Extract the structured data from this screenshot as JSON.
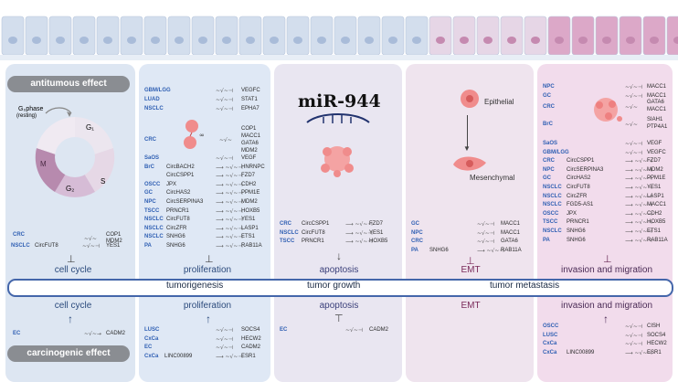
{
  "title": "miR-944",
  "banners": {
    "top": "antitumous effect",
    "bottom": "carcinogenic effect"
  },
  "stages": [
    "tumorigenesis",
    "tumor growth",
    "tumor metastasis"
  ],
  "cellcycle": {
    "g0": "G₀phase",
    "resting": "(resting)",
    "phases": [
      "G₁",
      "S",
      "G₂",
      "M"
    ],
    "top_rows": [
      {
        "cancer": "CRC",
        "reg": "",
        "targets": "COP1"
      },
      {
        "cancer": "",
        "reg": "",
        "targets": "MDM2"
      },
      {
        "cancer": "NSCLC",
        "reg": "CircFUT8",
        "targets": "YES1"
      }
    ],
    "label_top": "cell cycle",
    "label_bottom": "cell cycle",
    "bottom_rows": [
      {
        "cancer": "EC",
        "reg": "",
        "targets": "CADM2"
      }
    ]
  },
  "proliferation": {
    "simple_rows": [
      {
        "cancer": "GBM/LGG",
        "reg": "",
        "target": "VEGFC"
      },
      {
        "cancer": "LUAD",
        "reg": "",
        "target": "STAT1"
      },
      {
        "cancer": "NSCLC",
        "reg": "",
        "target": "EPHA7"
      }
    ],
    "crc": {
      "cancer": "CRC",
      "targets": [
        "COP1",
        "MACC1",
        "GATA6",
        "MDM2"
      ]
    },
    "rows": [
      {
        "cancer": "SaOS",
        "reg": "",
        "target": "VEGF"
      },
      {
        "cancer": "BrC",
        "reg": "CircBACH2",
        "target": "HNRNPC"
      },
      {
        "cancer": "",
        "reg": "CircCSPP1",
        "target": "FZD7"
      },
      {
        "cancer": "OSCC",
        "reg": "JPX",
        "target": "CDH2"
      },
      {
        "cancer": "GC",
        "reg": "CircHAS2",
        "target": "PPM1E"
      },
      {
        "cancer": "NPC",
        "reg": "CircSERPINA3",
        "target": "MDM2"
      },
      {
        "cancer": "TSCC",
        "reg": "PRNCR1",
        "target": "HOXB5"
      },
      {
        "cancer": "NSCLC",
        "reg": "CircFUT8",
        "target": "YES1"
      },
      {
        "cancer": "NSCLC",
        "reg": "CircZFR",
        "target": "LASP1"
      },
      {
        "cancer": "NSCLC",
        "reg": "SNHG6",
        "target": "ETS1"
      },
      {
        "cancer": "PA",
        "reg": "SNHG6",
        "target": "RAB11A"
      }
    ],
    "label_top": "proliferation",
    "label_bottom": "proliferation",
    "bottom_rows": [
      {
        "cancer": "LUSC",
        "reg": "",
        "target": "SOCS4"
      },
      {
        "cancer": "CxCa",
        "reg": "",
        "target": "HECW2"
      },
      {
        "cancer": "EC",
        "reg": "",
        "target": "CADM2"
      },
      {
        "cancer": "CxCa",
        "reg": "LINC00899",
        "target": "ESR1"
      }
    ]
  },
  "apoptosis": {
    "rows": [
      {
        "cancer": "CRC",
        "reg": "CircCSPP1",
        "target": "FZD7"
      },
      {
        "cancer": "NSCLC",
        "reg": "CircFUT8",
        "target": "YES1"
      },
      {
        "cancer": "TSCC",
        "reg": "PRNCR1",
        "target": "HOXB5"
      }
    ],
    "label_top": "apoptosis",
    "label_bottom": "apoptosis",
    "bottom_rows": [
      {
        "cancer": "EC",
        "reg": "",
        "target": "CADM2"
      }
    ]
  },
  "emt": {
    "epithelial": "Epithelial",
    "mesenchymal": "Mesenchymal",
    "rows": [
      {
        "cancer": "GC",
        "reg": "",
        "target": "MACC1"
      },
      {
        "cancer": "NPC",
        "reg": "",
        "target": "MACC1"
      },
      {
        "cancer": "CRC",
        "reg": "",
        "target": "GATA6"
      },
      {
        "cancer": "PA",
        "reg": "SNHG6",
        "target": "RAB11A"
      }
    ],
    "label_top": "EMT",
    "label_bottom": "EMT"
  },
  "invasion": {
    "head_rows": [
      {
        "cancer": "NPC",
        "target": "MACC1"
      },
      {
        "cancer": "GC",
        "target": "MACC1"
      }
    ],
    "crc": {
      "cancer": "CRC",
      "targets": [
        "GATA6",
        "MACC1"
      ]
    },
    "brc": {
      "cancer": "BrC",
      "targets": [
        "SIAH1",
        "PTP4A1"
      ]
    },
    "rows": [
      {
        "cancer": "SaOS",
        "reg": "",
        "target": "VEGF"
      },
      {
        "cancer": "GBM/LGG",
        "reg": "",
        "target": "VEGFC"
      },
      {
        "cancer": "CRC",
        "reg": "CircCSPP1",
        "target": "FZD7"
      },
      {
        "cancer": "NPC",
        "reg": "CircSERPINA3",
        "target": "MDM2"
      },
      {
        "cancer": "GC",
        "reg": "CircHAS2",
        "target": "PPM1E"
      },
      {
        "cancer": "NSCLC",
        "reg": "CircFUT8",
        "target": "YES1"
      },
      {
        "cancer": "NSCLC",
        "reg": "CircZFR",
        "target": "LASP1"
      },
      {
        "cancer": "NSCLC",
        "reg": "FGD5-AS1",
        "target": "MACC1"
      },
      {
        "cancer": "OSCC",
        "reg": "JPX",
        "target": "CDH2"
      },
      {
        "cancer": "TSCC",
        "reg": "PRNCR1",
        "target": "HOXB5"
      },
      {
        "cancer": "NSCLC",
        "reg": "SNHG6",
        "target": "ETS1"
      },
      {
        "cancer": "PA",
        "reg": "SNHG6",
        "target": "RAB11A"
      }
    ],
    "label_top": "invasion and migration",
    "label_bottom": "invasion and migration",
    "bottom_rows": [
      {
        "cancer": "OSCC",
        "reg": "",
        "target": "CISH"
      },
      {
        "cancer": "LUSC",
        "reg": "",
        "target": "SOCS4"
      },
      {
        "cancer": "CxCa",
        "reg": "",
        "target": "HECW2"
      },
      {
        "cancer": "CxCa",
        "reg": "LINC00899",
        "target": "ESR1"
      }
    ]
  },
  "colors": {
    "panel1": "#dde6f2",
    "panel2": "#dfe8f5",
    "panel3": "#e9e6f1",
    "panel4": "#efe4ee",
    "panel5": "#f2dcec",
    "cancer_text": "#2f5fb3",
    "pill_border": "#4466aa",
    "banner": "#8a8d92",
    "cells_pink": "#d9a7c6"
  }
}
